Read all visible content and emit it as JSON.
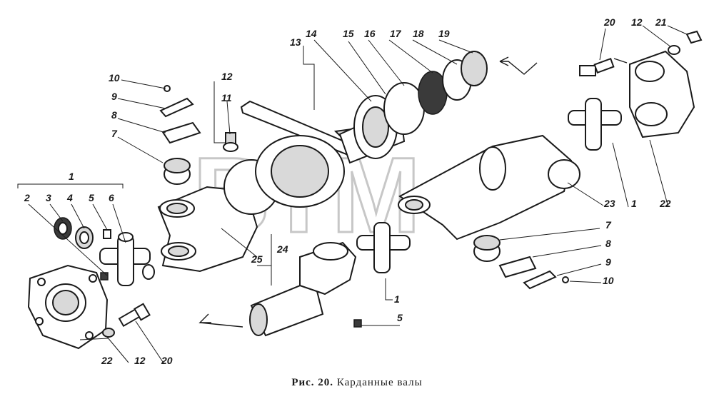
{
  "caption": {
    "prefix": "Рис. 20.",
    "title": "Карданные валы"
  },
  "watermark": {
    "text": "ВТМ",
    "mark": "®"
  },
  "callouts": [
    "1",
    "2",
    "3",
    "4",
    "5",
    "6",
    "7",
    "8",
    "9",
    "10",
    "11",
    "12",
    "13",
    "14",
    "15",
    "16",
    "17",
    "18",
    "19",
    "20",
    "21",
    "22",
    "23",
    "24",
    "25"
  ],
  "labels": {
    "left_group": [
      "1",
      "2",
      "3",
      "4",
      "5",
      "6",
      "7",
      "8",
      "9",
      "10",
      "12",
      "20",
      "22"
    ],
    "center_group": [
      "11",
      "12",
      "13",
      "14",
      "15",
      "16",
      "17",
      "18",
      "19",
      "24",
      "25",
      "1",
      "5"
    ],
    "right_group": [
      "20",
      "12",
      "21",
      "1",
      "22",
      "23",
      "7",
      "8",
      "9",
      "10"
    ]
  }
}
